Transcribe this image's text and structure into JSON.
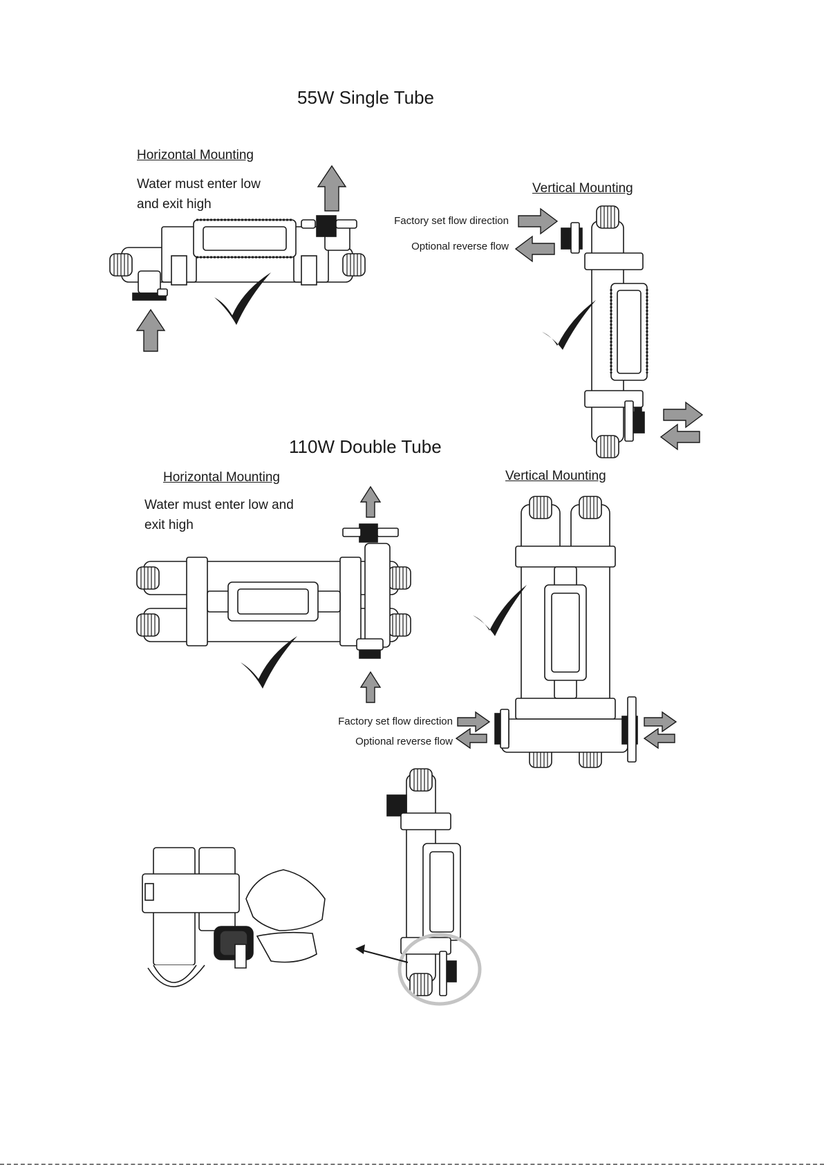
{
  "section_55w": {
    "title": "55W Single Tube",
    "horizontal": {
      "heading": "Horizontal Mounting",
      "note": "Water must enter low and exit high"
    },
    "vertical": {
      "heading": "Vertical Mounting",
      "factory_flow": "Factory set flow direction",
      "optional_flow": "Optional reverse flow"
    }
  },
  "section_110w": {
    "title": "110W Double Tube",
    "horizontal": {
      "heading": "Horizontal Mounting",
      "note": "Water must enter low and exit high"
    },
    "vertical": {
      "heading": "Vertical Mounting",
      "factory_flow": "Factory set flow direction",
      "optional_flow": "Optional reverse flow"
    }
  },
  "icons": [
    "flow-arrow-icon",
    "checkmark-icon",
    "uv-unit-illustration",
    "highlight-circle"
  ],
  "colors": {
    "arrow_fill": "#9a9a9a",
    "line": "#1a1a1a",
    "highlight": "#c4c4c4"
  }
}
